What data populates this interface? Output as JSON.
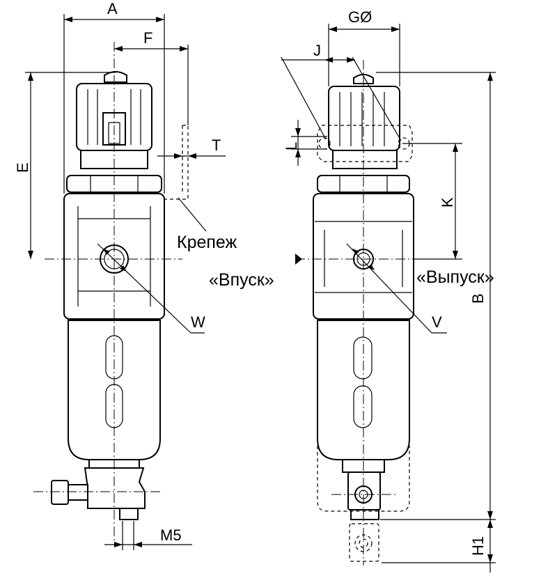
{
  "labels": {
    "A": "A",
    "F": "F",
    "E": "E",
    "T": "T",
    "W": "W",
    "M5": "M5",
    "G": "GØ",
    "J": "J",
    "L": "L",
    "K": "K",
    "V": "V",
    "B": "B",
    "H1": "H1"
  },
  "callouts": {
    "mounting": "Крепеж",
    "inlet": "«Впуск»",
    "outlet": "«Выпуск»"
  }
}
